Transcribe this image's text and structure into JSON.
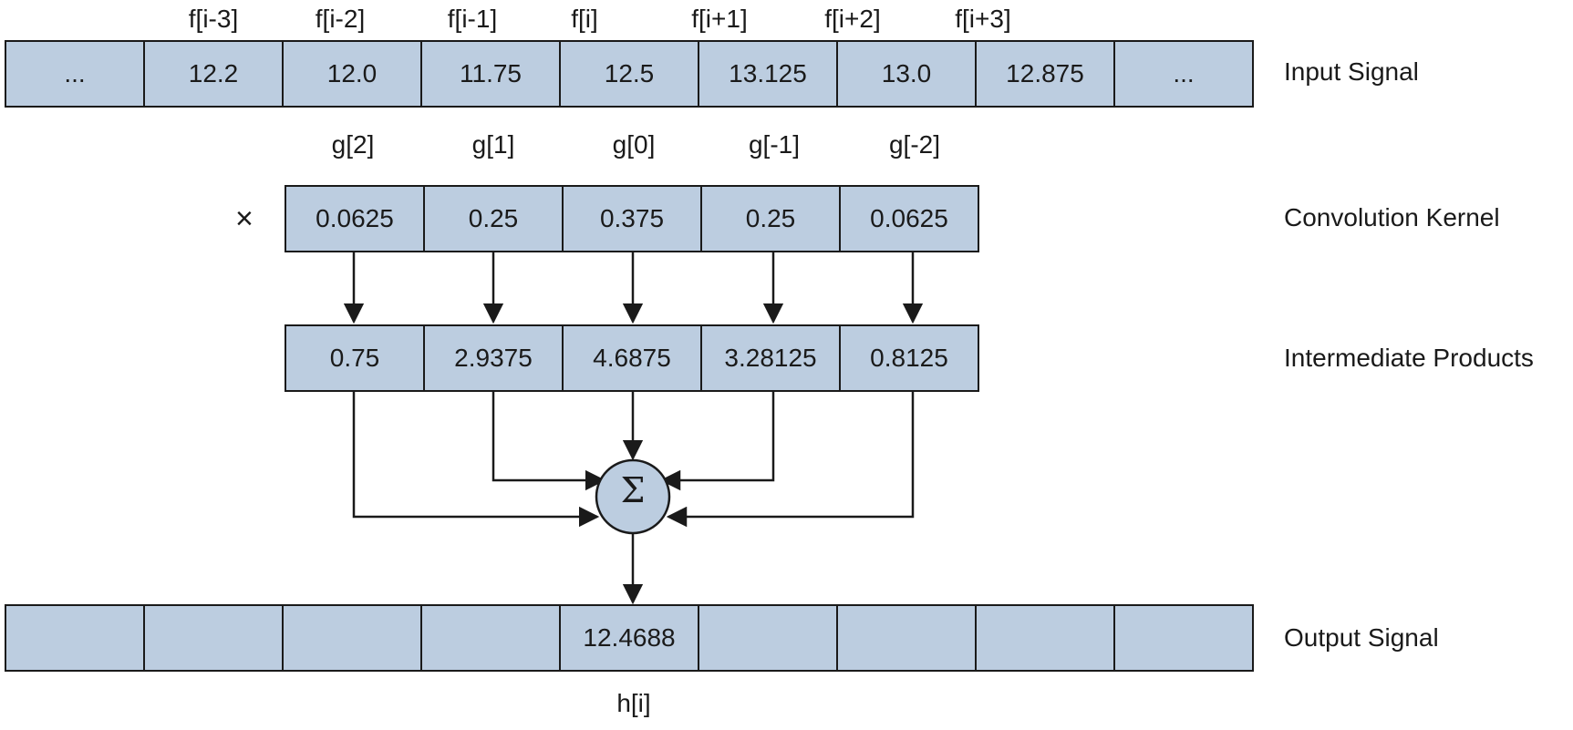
{
  "input": {
    "label": "Input Signal",
    "indices": [
      "f[i-3]",
      "f[i-2]",
      "f[i-1]",
      "f[i]",
      "f[i+1]",
      "f[i+2]",
      "f[i+3]"
    ],
    "cells": [
      "...",
      "12.2",
      "12.0",
      "11.75",
      "12.5",
      "13.125",
      "13.0",
      "12.875",
      "..."
    ]
  },
  "kernel": {
    "label": "Convolution Kernel",
    "operator": "×",
    "indices": [
      "g[2]",
      "g[1]",
      "g[0]",
      "g[-1]",
      "g[-2]"
    ],
    "cells": [
      "0.0625",
      "0.25",
      "0.375",
      "0.25",
      "0.0625"
    ]
  },
  "products": {
    "label": "Intermediate Products",
    "cells": [
      "0.75",
      "2.9375",
      "4.6875",
      "3.28125",
      "0.8125"
    ]
  },
  "sum": {
    "symbol": "Σ"
  },
  "output": {
    "label": "Output Signal",
    "index": "h[i]",
    "cells": [
      "",
      "",
      "",
      "",
      "12.4688",
      "",
      "",
      "",
      ""
    ]
  },
  "colors": {
    "cell_fill": "#bccde0",
    "stroke": "#1a1a1a"
  }
}
